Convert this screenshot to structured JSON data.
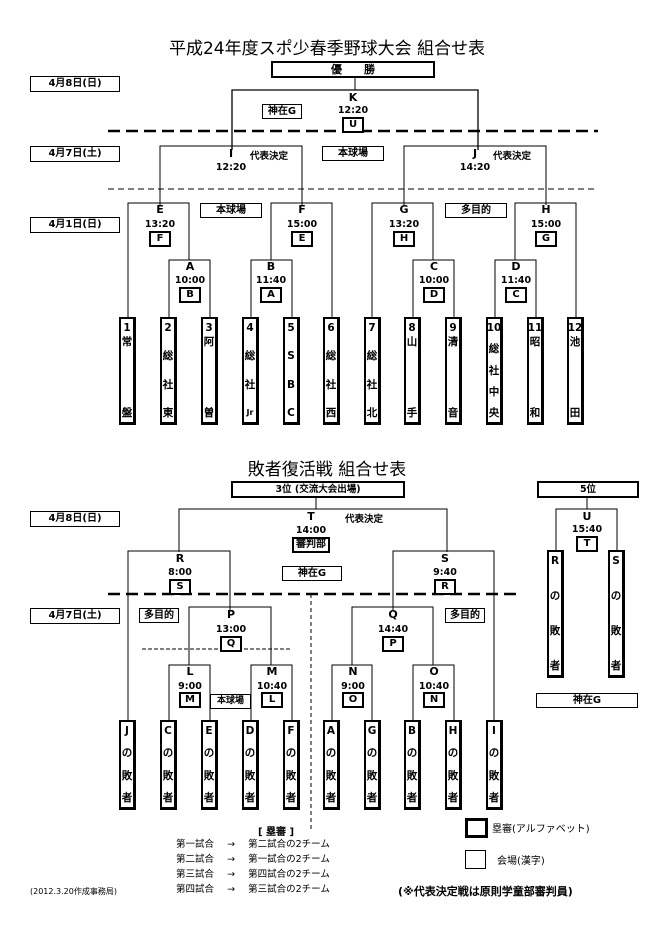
{
  "main_bracket": {
    "title": "平成24年度スポ少春季野球大会 組合せ表",
    "final_label": "優　　勝",
    "dates": {
      "d48": "4月8日(日)",
      "d47": "4月7日(土)",
      "d41": "4月1日(日)"
    },
    "venues": {
      "k": "神在G",
      "ij": "本球場",
      "ef": "本球場",
      "gh": "多目的"
    },
    "daihyo": "代表決定",
    "games": [
      {
        "id": "K",
        "time": "12:20",
        "umpire": "U"
      },
      {
        "id": "I",
        "time": "12:20"
      },
      {
        "id": "J",
        "time": "14:20"
      },
      {
        "id": "E",
        "time": "13:20",
        "umpire": "F"
      },
      {
        "id": "F",
        "time": "15:00",
        "umpire": "E"
      },
      {
        "id": "G",
        "time": "13:20",
        "umpire": "H"
      },
      {
        "id": "H",
        "time": "15:00",
        "umpire": "G"
      },
      {
        "id": "A",
        "time": "10:00",
        "umpire": "B"
      },
      {
        "id": "B",
        "time": "11:40",
        "umpire": "A"
      },
      {
        "id": "C",
        "time": "10:00",
        "umpire": "D"
      },
      {
        "id": "D",
        "time": "11:40",
        "umpire": "C"
      }
    ],
    "teams": [
      {
        "no": "1",
        "top": "常",
        "mid": [],
        "bottom": "盤"
      },
      {
        "no": "2",
        "top": "総",
        "mid": [
          "社"
        ],
        "bottom": "東"
      },
      {
        "no": "3",
        "top": "阿",
        "mid": [],
        "bottom": "曽"
      },
      {
        "no": "4",
        "top": "総",
        "mid": [
          "社"
        ],
        "bottom": "Jr"
      },
      {
        "no": "5",
        "top": "S",
        "mid": [
          "B"
        ],
        "bottom": "C"
      },
      {
        "no": "6",
        "top": "総",
        "mid": [
          "社"
        ],
        "bottom": "西"
      },
      {
        "no": "7",
        "top": "総",
        "mid": [
          "社"
        ],
        "bottom": "北"
      },
      {
        "no": "8",
        "top": "山",
        "mid": [],
        "bottom": "手"
      },
      {
        "no": "9",
        "top": "清",
        "mid": [],
        "bottom": "音"
      },
      {
        "no": "10",
        "top": "総",
        "mid": [
          "社",
          "中"
        ],
        "bottom": "央"
      },
      {
        "no": "11",
        "top": "昭",
        "mid": [],
        "bottom": "和"
      },
      {
        "no": "12",
        "top": "池",
        "mid": [],
        "bottom": "田"
      }
    ]
  },
  "consolation": {
    "title": "敗者復活戦 組合せ表",
    "third_label": "3位 (交流大会出場)",
    "fifth_label": "5位",
    "dates": {
      "d48": "4月8日(日)",
      "d47": "4月7日(土)"
    },
    "venues": {
      "t": "神在G",
      "left": "多目的",
      "right": "多目的",
      "lm": "本球場",
      "u": "神在G"
    },
    "daihyo": "代表決定",
    "games": [
      {
        "id": "T",
        "time": "14:00",
        "umpire": "審判部"
      },
      {
        "id": "R",
        "time": "8:00",
        "umpire": "S"
      },
      {
        "id": "S",
        "time": "9:40",
        "umpire": "R"
      },
      {
        "id": "P",
        "time": "13:00",
        "umpire": "Q"
      },
      {
        "id": "Q",
        "time": "14:40",
        "umpire": "P"
      },
      {
        "id": "L",
        "time": "9:00",
        "umpire": "M"
      },
      {
        "id": "M",
        "time": "10:40",
        "umpire": "L"
      },
      {
        "id": "N",
        "time": "9:00",
        "umpire": "O"
      },
      {
        "id": "O",
        "time": "10:40",
        "umpire": "N"
      },
      {
        "id": "U",
        "time": "15:40",
        "umpire": "T"
      }
    ],
    "losers": [
      {
        "letter": "J",
        "no": "の",
        "a": "敗",
        "b": "者"
      },
      {
        "letter": "C",
        "no": "の",
        "a": "敗",
        "b": "者"
      },
      {
        "letter": "E",
        "no": "の",
        "a": "敗",
        "b": "者"
      },
      {
        "letter": "D",
        "no": "の",
        "a": "敗",
        "b": "者"
      },
      {
        "letter": "F",
        "no": "の",
        "a": "敗",
        "b": "者"
      },
      {
        "letter": "A",
        "no": "の",
        "a": "敗",
        "b": "者"
      },
      {
        "letter": "G",
        "no": "の",
        "a": "敗",
        "b": "者"
      },
      {
        "letter": "B",
        "no": "の",
        "a": "敗",
        "b": "者"
      },
      {
        "letter": "H",
        "no": "の",
        "a": "敗",
        "b": "者"
      },
      {
        "letter": "I",
        "no": "の",
        "a": "敗",
        "b": "者"
      },
      {
        "letter": "R",
        "no": "の",
        "a": "敗",
        "b": "者"
      },
      {
        "letter": "S",
        "no": "の",
        "a": "敗",
        "b": "者"
      }
    ]
  },
  "footer": {
    "umpire_heading": "[ 塁審 ]",
    "rules": [
      {
        "from": "第一試合",
        "arrow": "→",
        "to": "第二試合の2チーム"
      },
      {
        "from": "第二試合",
        "arrow": "→",
        "to": "第一試合の2チーム"
      },
      {
        "from": "第三試合",
        "arrow": "→",
        "to": "第四試合の2チーム"
      },
      {
        "from": "第四試合",
        "arrow": "→",
        "to": "第三試合の2チーム"
      }
    ],
    "credit": "(2012.3.20作成事務局)",
    "legend": [
      {
        "label": "塁審(アルファベット)"
      },
      {
        "label": "会場(漢字)"
      }
    ],
    "note": "(※代表決定戦は原則学童部審判員)"
  }
}
